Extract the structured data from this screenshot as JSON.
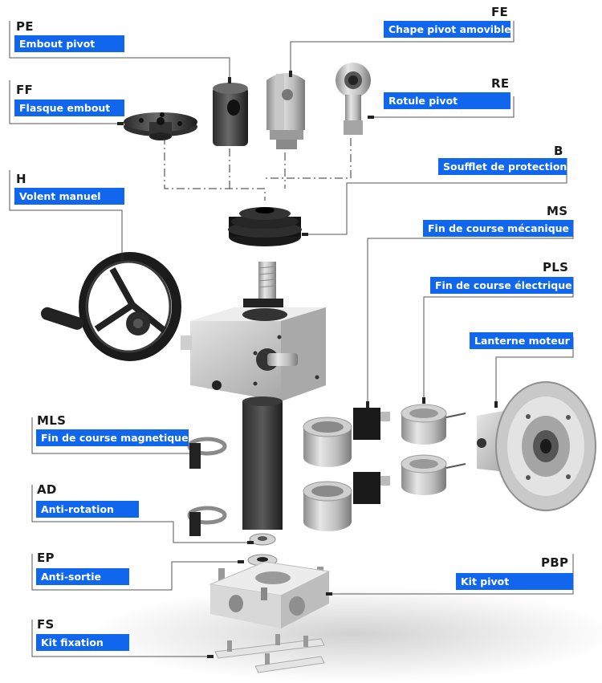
{
  "colors": {
    "accent": "#1166ee",
    "leader": "#555555",
    "code": "#1a1a1a"
  },
  "labels": {
    "pe": {
      "code": "PE",
      "text": "Embout pivot"
    },
    "fe": {
      "code": "FE",
      "text": "Chape pivot amovible"
    },
    "ff": {
      "code": "FF",
      "text": "Flasque embout"
    },
    "re": {
      "code": "RE",
      "text": "Rotule pivot"
    },
    "b": {
      "code": "B",
      "text": "Soufflet de protection"
    },
    "h": {
      "code": "H",
      "text": "Volent manuel"
    },
    "ms": {
      "code": "MS",
      "text": "Fin de course mécanique"
    },
    "pls": {
      "code": "PLS",
      "text": "Fin de course électrique"
    },
    "lm": {
      "code": "",
      "text": "Lanterne moteur"
    },
    "mls": {
      "code": "MLS",
      "text": "Fin de course magnetique"
    },
    "ad": {
      "code": "AD",
      "text": "Anti-rotation"
    },
    "ep": {
      "code": "EP",
      "text": "Anti-sortie"
    },
    "pbp": {
      "code": "PBP",
      "text": "Kit pivot"
    },
    "fs": {
      "code": "FS",
      "text": "Kit fixation"
    }
  }
}
